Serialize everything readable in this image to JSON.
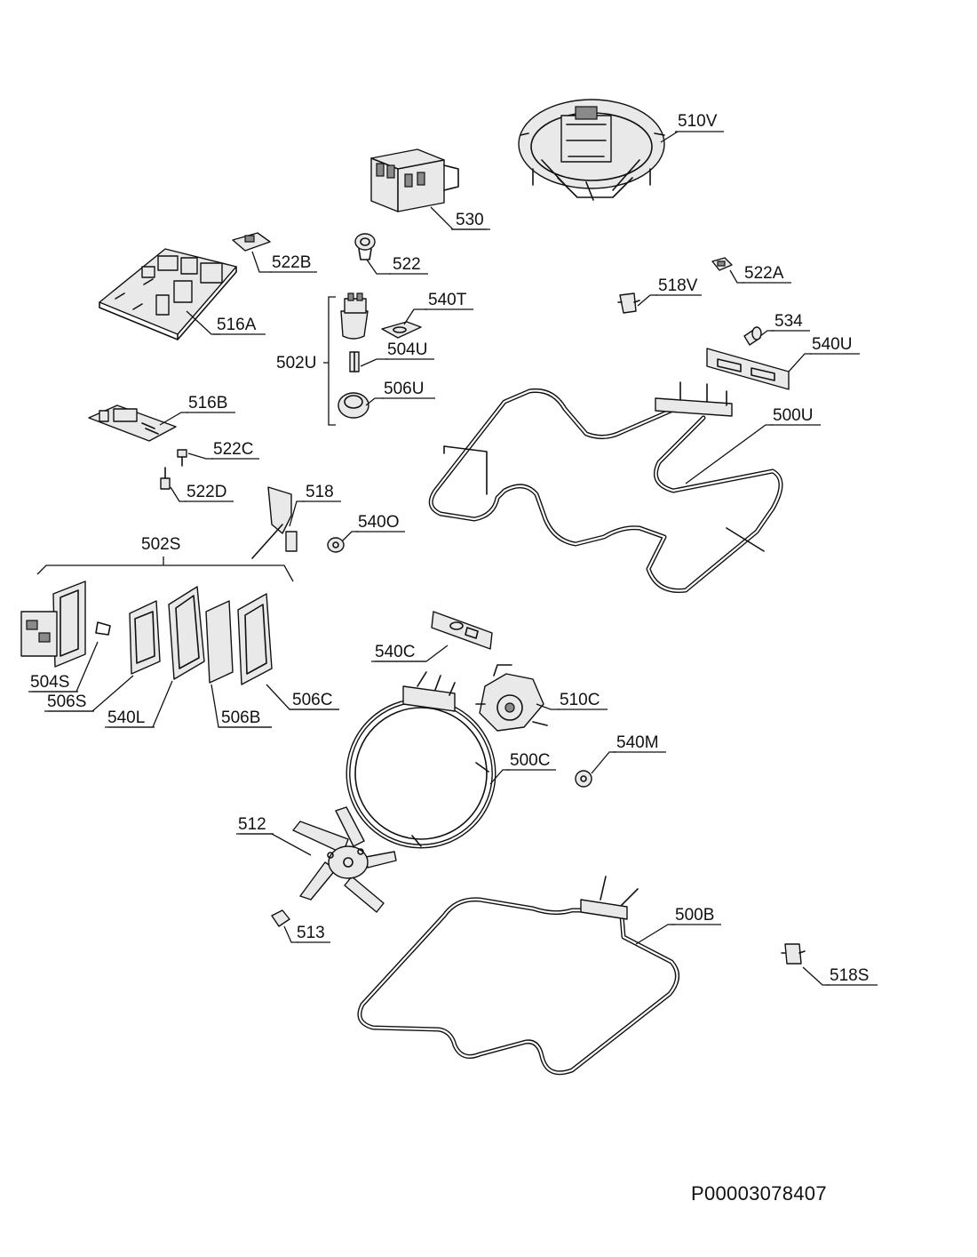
{
  "document_id": "P00003078407",
  "labels": {
    "l_510V": "510V",
    "l_530": "530",
    "l_522": "522",
    "l_522B": "522B",
    "l_516A": "516A",
    "l_540T": "540T",
    "l_502U": "502U",
    "l_504U": "504U",
    "l_506U": "506U",
    "l_522A": "522A",
    "l_518V": "518V",
    "l_534": "534",
    "l_540U": "540U",
    "l_500U": "500U",
    "l_516B": "516B",
    "l_522C": "522C",
    "l_522D": "522D",
    "l_518": "518",
    "l_540O": "540O",
    "l_502S": "502S",
    "l_504S": "504S",
    "l_506S": "506S",
    "l_540L": "540L",
    "l_506B": "506B",
    "l_506C": "506C",
    "l_540C": "540C",
    "l_510C": "510C",
    "l_500C": "500C",
    "l_540M": "540M",
    "l_512": "512",
    "l_513": "513",
    "l_500B": "500B",
    "l_518S": "518S"
  }
}
